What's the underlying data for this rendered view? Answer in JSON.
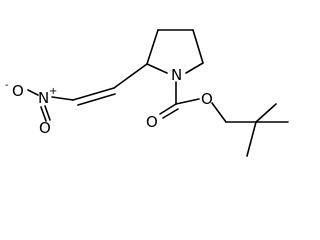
{
  "molecule": {
    "atoms": {
      "pyrrolidine_n": "N",
      "carbonyl_o": "O",
      "ester_o": "O",
      "nitro_n": "N",
      "nitro_o_top": "O",
      "nitro_o_bottom": "O",
      "nitro_charge": "-",
      "nitro_n_charge": "+"
    }
  }
}
